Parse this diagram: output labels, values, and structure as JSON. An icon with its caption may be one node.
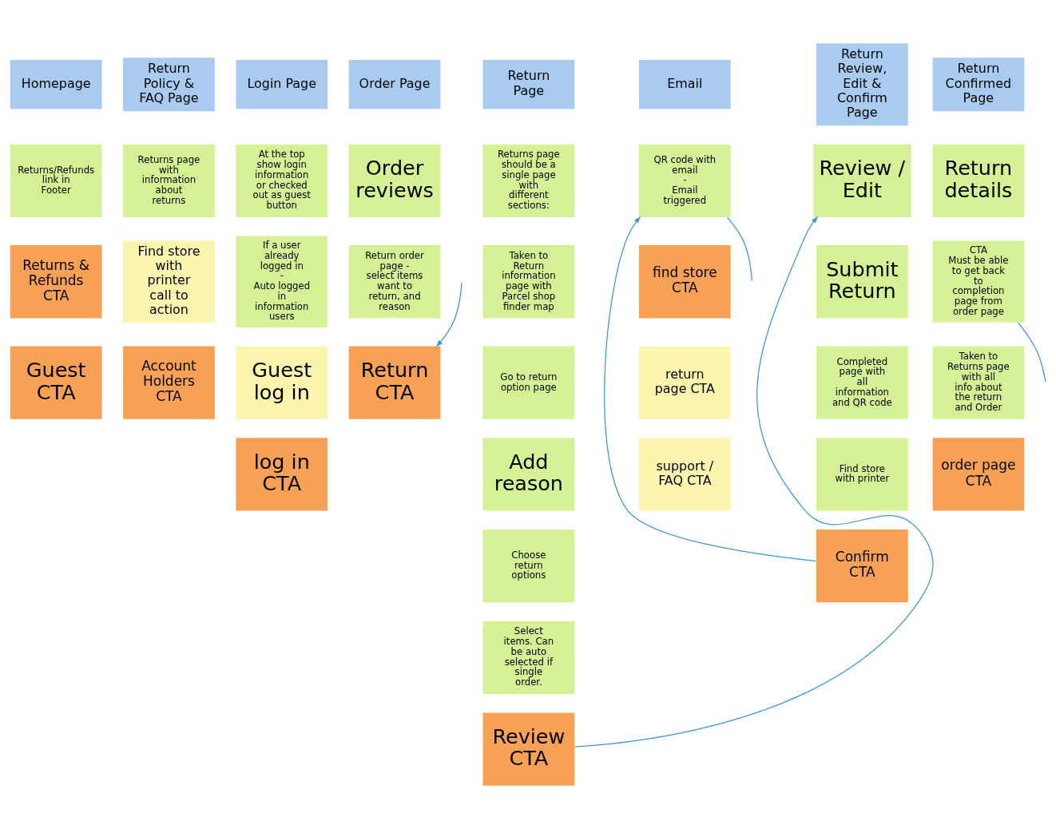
{
  "diagram": {
    "nodes": [
      {
        "text": [
          "Homepage"
        ]
      },
      {
        "text": [
          "Returns/Refunds link in Footer"
        ]
      },
      {
        "text": [
          "Returns & Refunds CTA"
        ]
      },
      {
        "text": [
          "Guest CTA"
        ]
      },
      {
        "text": [
          "Return Policy & FAQ Page"
        ]
      },
      {
        "text": [
          "Returns page",
          "with information about returns"
        ]
      },
      {
        "text": [
          "Find store with printer call to action"
        ]
      },
      {
        "text": [
          "Account Holders CTA"
        ]
      },
      {
        "text": [
          "Login Page"
        ]
      },
      {
        "text": [
          "At the top show login information or checked out as guest button"
        ]
      },
      {
        "text": [
          "If a user already logged in",
          "-",
          "Auto logged in information users"
        ]
      },
      {
        "text": [
          "Guest log in"
        ]
      },
      {
        "text": [
          "log in CTA"
        ]
      },
      {
        "text": [
          "Order Page"
        ]
      },
      {
        "text": [
          "Order reviews"
        ]
      },
      {
        "text": [
          "Return order page - select items want to return, and reason"
        ]
      },
      {
        "text": [
          "Return CTA"
        ]
      },
      {
        "text": [
          "Return Page"
        ]
      },
      {
        "text": [
          "Returns page should be a single page with different sections:"
        ]
      },
      {
        "text": [
          "Taken to Return information page with Parcel shop finder map"
        ]
      },
      {
        "text": [
          "Go to return option page"
        ]
      },
      {
        "text": [
          "Add reason"
        ]
      },
      {
        "text": [
          "Choose return options"
        ]
      },
      {
        "text": [
          "Select items. Can be auto selected if single order."
        ]
      },
      {
        "text": [
          "Review CTA"
        ]
      },
      {
        "text": [
          "Return Review, Edit & Confirm Page"
        ]
      },
      {
        "text": [
          "Review / Edit"
        ]
      },
      {
        "text": [
          "Submit Return"
        ]
      },
      {
        "text": [
          "Completed page with all information and QR code"
        ]
      },
      {
        "text": [
          "Find store with printer"
        ]
      },
      {
        "text": [
          "Confirm CTA"
        ]
      },
      {
        "text": [
          "Return Confirmed Page"
        ]
      },
      {
        "text": [
          "Return details"
        ]
      },
      {
        "text": [
          "CTA",
          "Must be able to get back to completion page from order page"
        ]
      },
      {
        "text": [
          "Taken to Returns page with all info about the return and Order"
        ]
      },
      {
        "text": [
          "order page CTA"
        ]
      },
      {
        "text": [
          "Email"
        ]
      },
      {
        "text": [
          "QR code with email",
          "-",
          "Email triggered"
        ]
      },
      {
        "text": [
          "find store CTA"
        ]
      },
      {
        "text": [
          "return page CTA"
        ]
      },
      {
        "text": [
          "support / FAQ CTA"
        ]
      }
    ],
    "edges": [
      {
        "from": null,
        "to": 16,
        "arrow": "to"
      },
      {
        "from": 24,
        "to": 26,
        "arrow": "to"
      },
      {
        "from": 30,
        "to": 37,
        "arrow": "to"
      },
      {
        "from": 33,
        "to": null,
        "arrow": "none"
      },
      {
        "from": 37,
        "to": null,
        "arrow": "none"
      }
    ]
  }
}
